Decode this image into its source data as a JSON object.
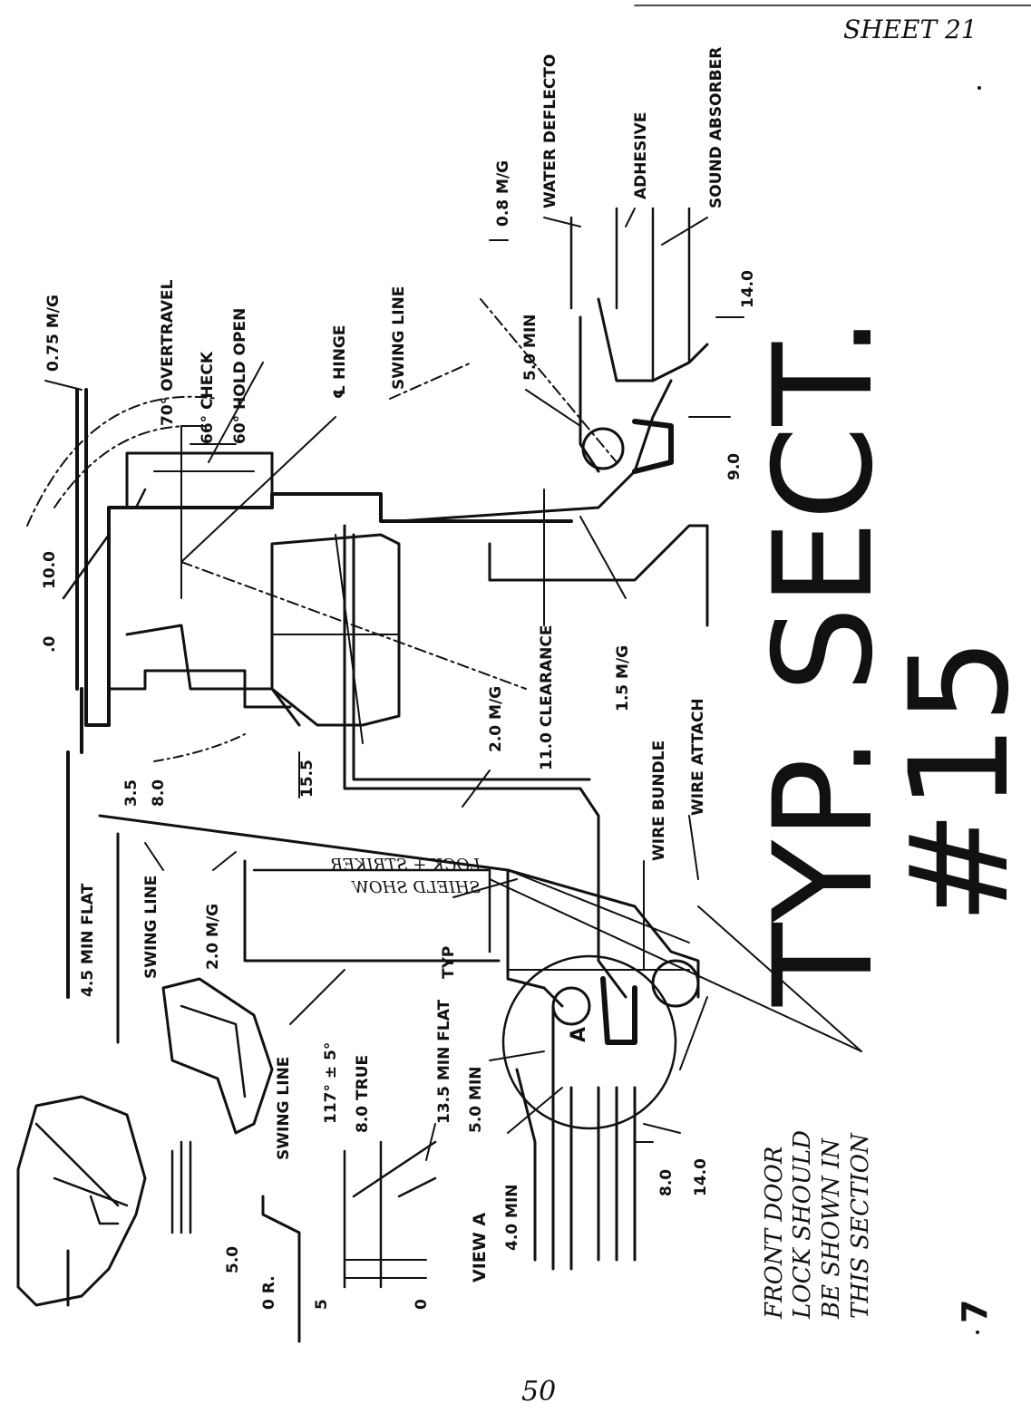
{
  "sheet": "SHEET 21",
  "title_line1": "TYP. SECT.",
  "title_line2": "#15",
  "page_number": "7",
  "footer_number": "50",
  "note_front_door": [
    "FRONT DOOR",
    "LOCK SHOULD",
    "BE SHOWN IN",
    "THIS SECTION"
  ],
  "note_shield": [
    "SHIELD SHOW",
    "LOCK + STRIKER"
  ],
  "labels": {
    "m075": "0.75 M/G",
    "overtravel": "70° OVERTRAVEL",
    "check": "66° CHECK",
    "hold_open": "60° HOLD OPEN",
    "hinge": "℄ HINGE",
    "swing_line_top": "SWING LINE",
    "m08": "0.8 M/G",
    "water_deflector": "WATER DEFLECTO",
    "adhesive": "ADHESIVE",
    "sound_absorber": "SOUND ABSORBER",
    "min50_top": "5.0 MIN",
    "d140_top": "14.0",
    "d90": "9.0",
    "d100": "10.0",
    "d10": ".0",
    "clearance": "11.0 CLEARANCE",
    "m20_mid": "2.0 M/G",
    "m15": "1.5 M/G",
    "wire_attach": "WIRE ATTACH",
    "wire_bundle": "WIRE BUNDLE",
    "d155": "15.5",
    "d35": "3.5",
    "d80a": "8.0",
    "min_flat45": "4.5 MIN FLAT",
    "swing_line_mid": "SWING LINE",
    "m20_left": "2.0 M/G",
    "typ": "TYP",
    "angle": "117° ± 5°",
    "true80": "8.0 TRUE",
    "swing_line_low": "SWING LINE",
    "min_flat135": "13.5 MIN FLAT",
    "min50_low": "5.0 MIN",
    "min40": "4.0 MIN",
    "view_a": "VIEW A",
    "d80b": "8.0",
    "d140_low": "14.0",
    "d50_left": "5.0",
    "or_label": "0 R.",
    "d0": "0",
    "d5": "5",
    "callout_a": "A"
  }
}
